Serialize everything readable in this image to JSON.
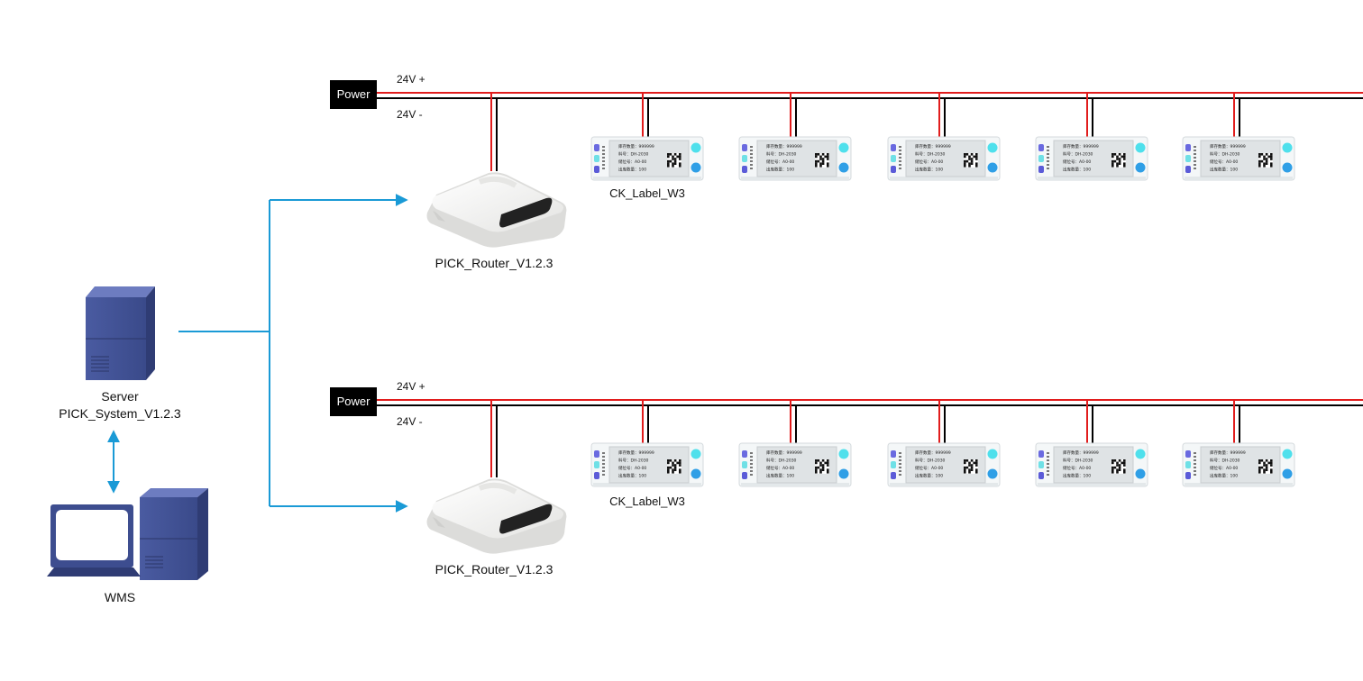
{
  "server": {
    "line1": "Server",
    "line2": "PICK_System_V1.2.3"
  },
  "wms": {
    "label": "WMS"
  },
  "buses": [
    {
      "power_label": "Power",
      "v_plus": "24V +",
      "v_minus": "24V -",
      "router_label": "PICK_Router_V1.2.3",
      "label_caption": "CK_Label_W3"
    },
    {
      "power_label": "Power",
      "v_plus": "24V +",
      "v_minus": "24V -",
      "router_label": "PICK_Router_V1.2.3",
      "label_caption": "CK_Label_W3"
    }
  ],
  "label_screen": {
    "line1": "库存数量：999999",
    "line2": "料号：DH-2030",
    "line3": "储位号：A0-00",
    "line4": "出库数量：100"
  },
  "colors": {
    "wire_positive": "#e11d1d",
    "wire_negative": "#000000",
    "link": "#1a9ad6",
    "server_body": "#3d4d8f",
    "router_body": "#f1f1ef"
  }
}
